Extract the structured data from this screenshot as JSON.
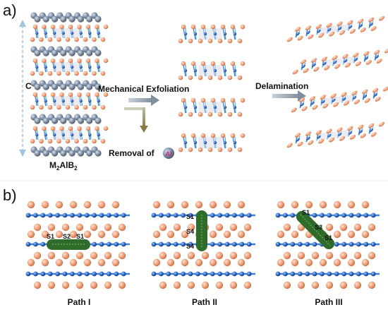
{
  "panel_a": {
    "label": "a)",
    "axis_label": "C",
    "compound_prefix": "M",
    "compound_sub1": "2",
    "compound_mid": "AlB",
    "compound_sub2": "2",
    "step1": "Mechanical  Exfoliation",
    "step2": "Delamination",
    "removal_text": "Removal  of",
    "removal_atom": "Al"
  },
  "panel_b": {
    "label": "b)",
    "paths": [
      {
        "title": "Path I",
        "sites": [
          "S1",
          "S2",
          "S1"
        ]
      },
      {
        "title": "Path II",
        "sites": [
          "S1",
          "S4",
          "S4"
        ]
      },
      {
        "title": "Path III",
        "sites": [
          "S1",
          "S3",
          "S1"
        ]
      }
    ]
  },
  "colors": {
    "metal_atom": "#f0a07a",
    "boron_atom": "#2a66c4",
    "aluminum_atom": "#7f8fa6",
    "migration_path": "#2f6b2a",
    "arrow": "#9aa6b2",
    "dashed_axis": "#9fc3e0"
  }
}
